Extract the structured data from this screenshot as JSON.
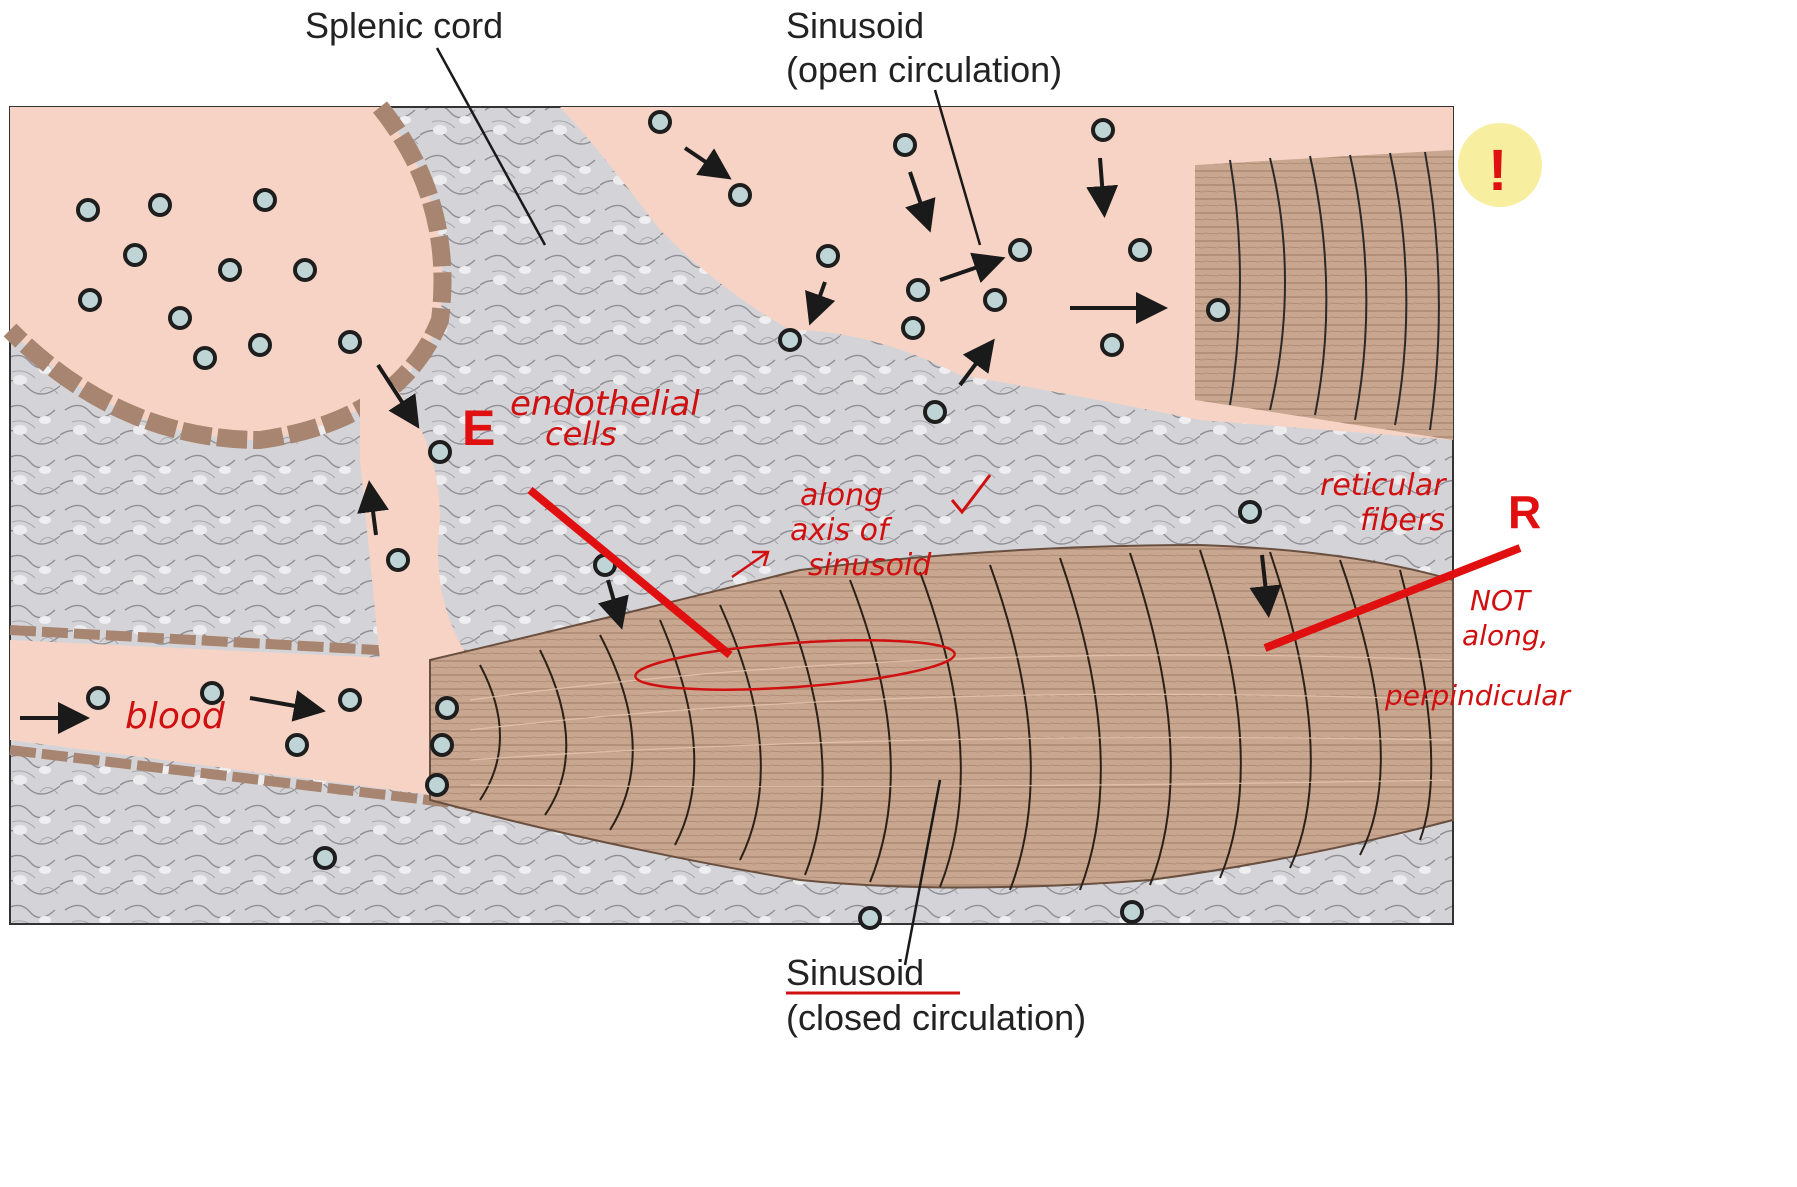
{
  "labels": {
    "splenic_cord": "Splenic cord",
    "sinusoid_open_line1": "Sinusoid",
    "sinusoid_open_line2": "(open circulation)",
    "sinusoid_closed_line1": "Sinusoid",
    "sinusoid_closed_line2": "(closed circulation)"
  },
  "annotations": {
    "letter_e": "E",
    "endothelial_line1": "endothelial",
    "endothelial_line2": "cells",
    "along_line1": "along",
    "along_line2": "axis of",
    "along_line3": "sinusoid",
    "reticular_line1": "reticular",
    "reticular_line2": "fibers",
    "letter_r": "R",
    "not_line1": "NOT",
    "not_line2": "along,",
    "not_line3": "perpindicular",
    "blood": "blood",
    "exclamation": "!"
  },
  "colors": {
    "pink": "#f6d3c4",
    "tissue": "#cfcfd3",
    "wall": "#c7a58e",
    "annotation_red": "#e01010",
    "highlight": "#f7ef9f"
  }
}
